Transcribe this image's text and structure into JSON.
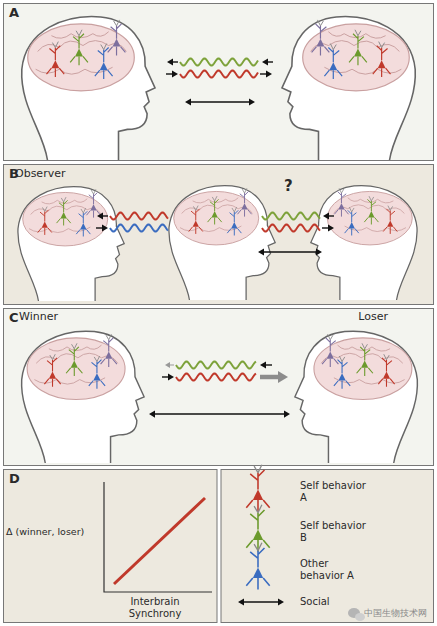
{
  "diagram": {
    "nodes": [
      {
        "text": [
          "A"
        ]
      },
      {
        "text": [
          "B"
        ]
      },
      {
        "text": [
          "Observer"
        ],
        "in": 1
      },
      {
        "text": [
          "C"
        ]
      },
      {
        "text": [
          "Winner"
        ],
        "in": 3
      },
      {
        "text": [
          "Loser"
        ],
        "in": 3
      },
      {
        "text": [
          "D"
        ]
      }
    ],
    "edges": [
      {
        "from": 4,
        "to": 5,
        "arrow": "both"
      }
    ],
    "labels": [
      "?",
      "Δ (winner, loser)",
      "Interbrain Synchrony",
      "中国生物技术网"
    ],
    "legend": [
      {
        "text": "Self behavior A"
      },
      {
        "text": "Self behavior B"
      },
      {
        "text": "Other behavior A"
      },
      {
        "text": "Social"
      }
    ]
  }
}
